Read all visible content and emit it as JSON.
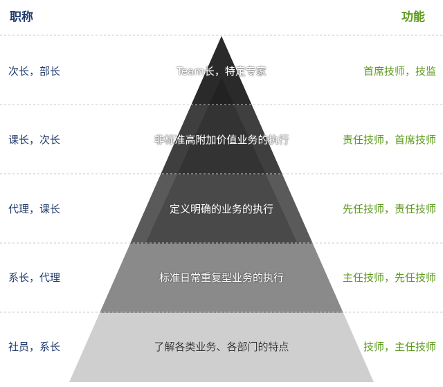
{
  "header": {
    "left_title": "职称",
    "right_title": "功能"
  },
  "levels": [
    {
      "rank": "次长，部长",
      "description": "Team长，特定专家",
      "role": "首席技师，技监",
      "color": "#2a2a2a"
    },
    {
      "rank": "课长，次长",
      "description": "非标准高附加价值业务的执行",
      "role": "责任技师，首席技师",
      "color": "#3f3f3f"
    },
    {
      "rank": "代理，课长",
      "description": "定义明确的业务的执行",
      "role": "先任技师，责任技师",
      "color": "#5a5a5a"
    },
    {
      "rank": "系长，代理",
      "description": "标准日常重复型业务的执行",
      "role": "主任技师，先任技师",
      "color": "#8a8a8a"
    },
    {
      "rank": "社员，系长",
      "description": "了解各类业务、各部门的特点",
      "role": "技师，主任技师",
      "color": "#cfcfcf"
    }
  ]
}
